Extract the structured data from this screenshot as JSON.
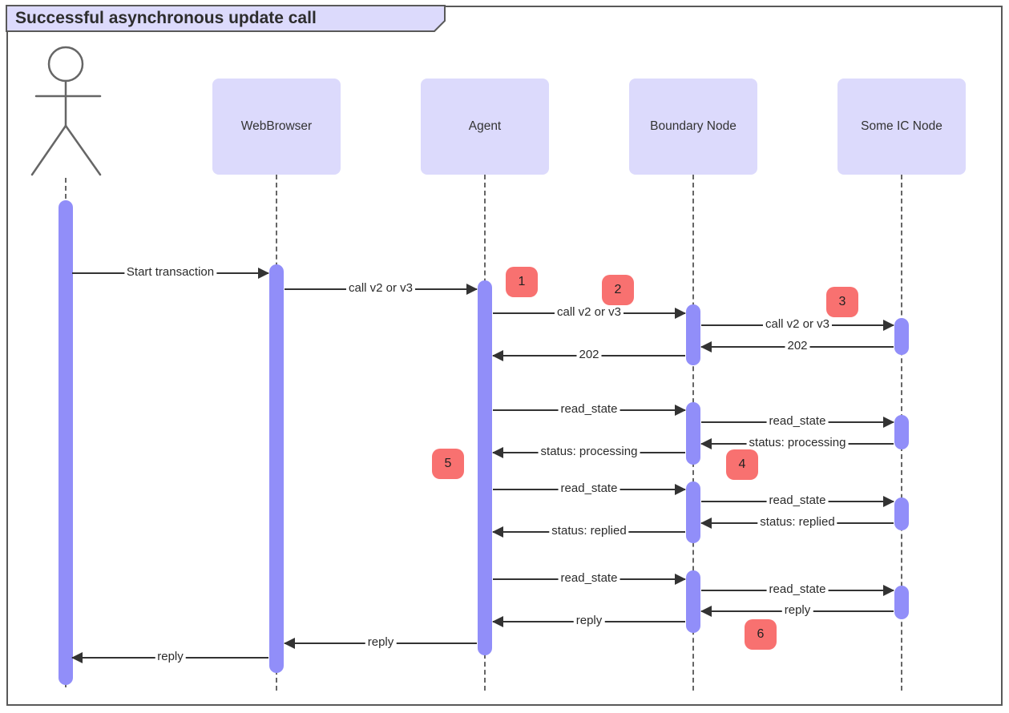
{
  "diagram": {
    "title": "Successful asynchronous update call",
    "type": "uml-sequence-diagram"
  },
  "participants": [
    {
      "id": "webbrowser",
      "label": "WebBrowser"
    },
    {
      "id": "agent",
      "label": "Agent"
    },
    {
      "id": "boundary-node",
      "label": "Boundary Node"
    },
    {
      "id": "some-ic-node",
      "label": "Some IC Node"
    }
  ],
  "messages": [
    {
      "label": "Start transaction",
      "from": "User",
      "to": "WebBrowser",
      "direction": "right"
    },
    {
      "label": "call v2 or v3",
      "from": "WebBrowser",
      "to": "Agent",
      "direction": "right"
    },
    {
      "label": "call v2 or v3",
      "from": "Agent",
      "to": "Boundary Node",
      "direction": "right"
    },
    {
      "label": "call v2 or v3",
      "from": "Boundary Node",
      "to": "Some IC Node",
      "direction": "right"
    },
    {
      "label": "202",
      "from": "Some IC Node",
      "to": "Boundary Node",
      "direction": "left"
    },
    {
      "label": "202",
      "from": "Boundary Node",
      "to": "Agent",
      "direction": "left"
    },
    {
      "label": "read_state",
      "from": "Agent",
      "to": "Boundary Node",
      "direction": "right"
    },
    {
      "label": "read_state",
      "from": "Boundary Node",
      "to": "Some IC Node",
      "direction": "right"
    },
    {
      "label": "status: processing",
      "from": "Some IC Node",
      "to": "Boundary Node",
      "direction": "left"
    },
    {
      "label": "status: processing",
      "from": "Boundary Node",
      "to": "Agent",
      "direction": "left"
    },
    {
      "label": "read_state",
      "from": "Agent",
      "to": "Boundary Node",
      "direction": "right"
    },
    {
      "label": "read_state",
      "from": "Boundary Node",
      "to": "Some IC Node",
      "direction": "right"
    },
    {
      "label": "status: replied",
      "from": "Some IC Node",
      "to": "Boundary Node",
      "direction": "left"
    },
    {
      "label": "status: replied",
      "from": "Boundary Node",
      "to": "Agent",
      "direction": "left"
    },
    {
      "label": "read_state",
      "from": "Agent",
      "to": "Boundary Node",
      "direction": "right"
    },
    {
      "label": "read_state",
      "from": "Boundary Node",
      "to": "Some IC Node",
      "direction": "right"
    },
    {
      "label": "reply",
      "from": "Some IC Node",
      "to": "Boundary Node",
      "direction": "left"
    },
    {
      "label": "reply",
      "from": "Boundary Node",
      "to": "Agent",
      "direction": "left"
    },
    {
      "label": "reply",
      "from": "Agent",
      "to": "WebBrowser",
      "direction": "left"
    },
    {
      "label": "reply",
      "from": "WebBrowser",
      "to": "User",
      "direction": "left"
    }
  ],
  "step_badges": [
    "1",
    "2",
    "3",
    "4",
    "5",
    "6"
  ],
  "colors": {
    "participant_fill": "#dcdafc",
    "title_fill": "#dcdafc",
    "activation_fill": "#918ef9",
    "badge_fill": "#f87170",
    "message_line": "#333333",
    "lifeline": "#666666",
    "frame_border": "#595959",
    "text": "#2d2d2d"
  }
}
